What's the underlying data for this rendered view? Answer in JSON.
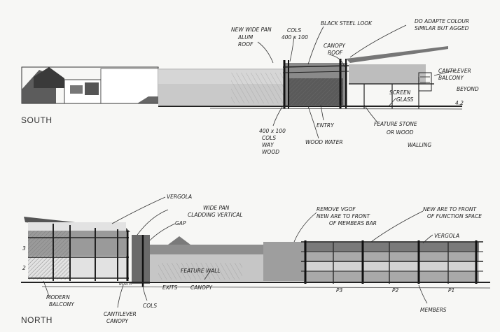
{
  "south": {
    "title": "SOUTH",
    "notes": {
      "roof": [
        "NEW WIDE PAN",
        "ALUM",
        "ROOF"
      ],
      "posts": [
        "COLS",
        "400 x 100"
      ],
      "steel": "BLACK STEEL LOOK",
      "awning": [
        "DO ADAPTE COLOUR",
        "SIMILAR BUT AGGED"
      ],
      "canopy": [
        "CANOPY",
        "ROOF"
      ],
      "balcony": [
        "CANTILEVER",
        "BALCONY"
      ],
      "beyond": "BEYOND",
      "upper_glass": [
        "SCREEN",
        "GLASS"
      ],
      "cols_lower": [
        "400 x 100",
        "COLS",
        "WAY",
        "WOOD"
      ],
      "entry": "ENTRY",
      "wood_water": "WOOD WATER",
      "feature": [
        "FEATURE STONE",
        "OR WOOD",
        "WALLING"
      ],
      "level": "4.2"
    }
  },
  "north": {
    "title": "NORTH",
    "notes": {
      "vergola_left": "VERGOLA",
      "cladding": [
        "WIDE PAN",
        "CLADDING VERTICAL"
      ],
      "gap": "GAP",
      "remove_vergola": [
        "REMOVE VGOF",
        "NEW ARE TO FRONT",
        "OF MEMBERS BAR"
      ],
      "new_area": [
        "NEW ARE TO FRONT",
        "OF FUNCTION SPACE"
      ],
      "vergola_right": "VERGOLA",
      "feature_wall": "FEATURE WALL",
      "exits": "EXITS",
      "canopy_mid": "CANOPY",
      "balcony": [
        "MODERN",
        "BALCONY"
      ],
      "canopy_cant": [
        "CANTILEVER",
        "CANOPY"
      ],
      "cols": "COLS",
      "members": "MEMBERS",
      "bays": [
        "P3",
        "P2",
        "P1"
      ],
      "north_tag": "NORTH",
      "levels": [
        "2",
        "3"
      ]
    }
  }
}
